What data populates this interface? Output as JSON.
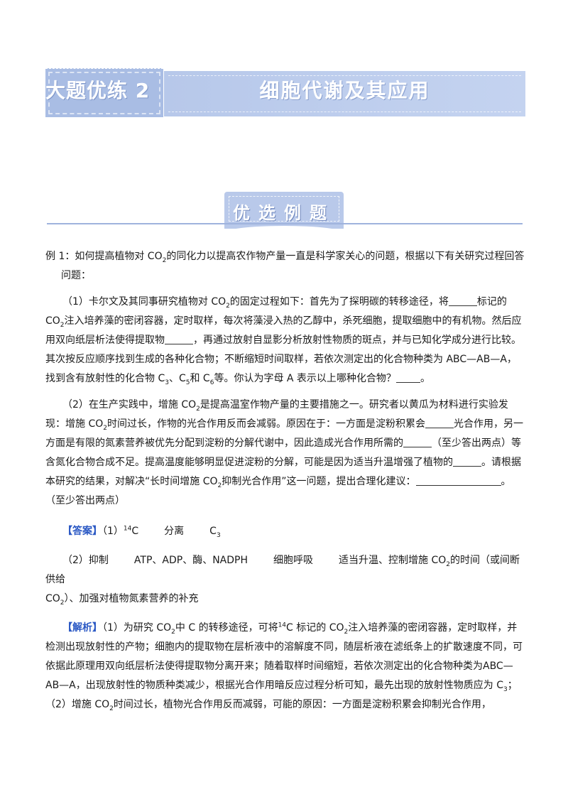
{
  "header": {
    "left_title": "大题优练 2",
    "right_title": "细胞代谢及其应用"
  },
  "section": {
    "label": "优选例题"
  },
  "question": {
    "intro_a": "例 1：如何提高植物对 CO",
    "intro_sub": "2",
    "intro_b": "的同化力以提高农作物产量一直是科学家关心的问题，根据以下有关研究过程回答问题：",
    "p1": {
      "a": "（1）卡尔文及其同事研究植物对 CO",
      "b": "的固定过程如下：首先为了探明碳的转移途径，将",
      "c": "标记的 CO",
      "d": "注入培养藻的密闭容器，定时取样，每次将藻浸入热的乙醇中，杀死细胞，提取细胞中的有机物。然后应用双向纸层析法使得提取物",
      "e": "，再通过放射自显影分析放射性物质的斑点，并与已知化学成分进行比较。其次按反应顺序找到生成的各种化合物；不断缩短时间取样，若依次测定出的化合物种类为 ABC—AB—A，找到含有放射性的化合物 C",
      "f": "、C",
      "g": "和 C",
      "h": "等。你认为字母 A 表示以上哪种化合物？",
      "i": "。"
    },
    "p2": {
      "a": "（2）在生产实践中，增施 CO",
      "b": "是提高温室作物产量的主要措施之一。研究者以黄瓜为材料进行实验发现：增施 CO",
      "c": "时间过长，作物的光合作用反而会减弱。原因在于：一方面是淀粉积累会",
      "d": "光合作用，另一方面是有限的氮素营养被优先分配到淀粉的分解代谢中，因此造成光合作用所需的",
      "e": "（至少答出两点）等含氮化合物合成不足。提高温度能够明显促进淀粉的分解，可能是因为适当升温增强了植物的",
      "f": "。请根据本研究的结果，对解决“长时间增施 CO",
      "g": "抑制光合作用”这一问题，提出合理化建议：",
      "h": "。（至少答出两点）"
    }
  },
  "answer": {
    "label": "【答案】",
    "line1_a": "（1）",
    "iso": "14",
    "line1_b": "C",
    "line1_c": "分离",
    "line1_d": "C",
    "line1_d_sub": "3",
    "line2_a": "（2）抑制",
    "line2_b": "ATP、ADP、酶、NADPH",
    "line2_c": "细胞呼吸",
    "line2_d": "适当升温、控制增施 CO",
    "line2_e": "的时间（或间断供给",
    "line2_f": "CO",
    "line2_g": "）、加强对植物氮素营养的补充"
  },
  "analysis": {
    "label": "【解析】",
    "a": "（1）为研究 CO",
    "b": "中 C 的转移途径，可将",
    "iso": "14",
    "c": "C 标记的 CO",
    "d": "注入培养藻的密闭容器，定时取样，并检测出现放射性的产物；细胞内的提取物在层析液中的溶解度不同，随层析液在滤纸条上的扩散速度不同，可依据此原理用双向纸层析法使得提取物分离开来；随着取样时间缩短，若依次测定出的化合物种类为ABC—AB—A，出现放射性的物质种类减少，根据光合作用暗反应过程分析可知，最先出现的放射性物质应为 C",
    "e": "；（2）增施 CO",
    "f": "时间过长，植物光合作用反而减弱，可能的原因：一方面是淀粉积累会抑制光合作用，"
  }
}
